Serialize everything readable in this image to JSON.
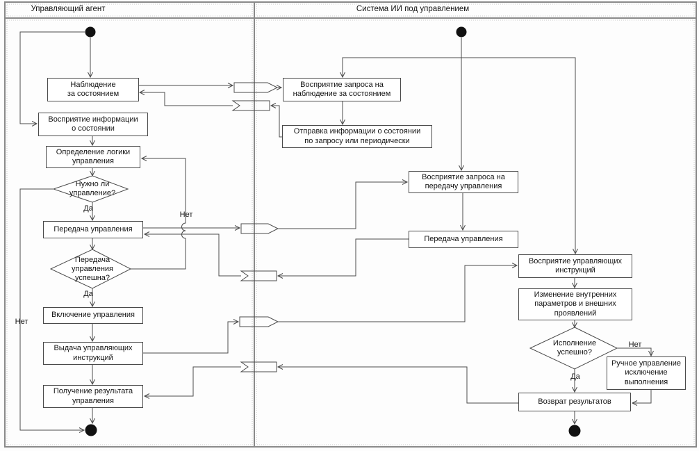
{
  "lanes": [
    {
      "title": "Управляющий агент"
    },
    {
      "title": "Система ИИ под управлением"
    }
  ],
  "nodes": {
    "observe_state": "Наблюдение\nза состоянием",
    "perceive_state_info": "Восприятие информации\nо состоянии",
    "define_control_logic": "Определение логики\nуправления",
    "need_control": "Нужно ли\nуправление?",
    "transfer_control_agent": "Передача управления",
    "transfer_success": "Передача\nуправления\nуспешна?",
    "enable_control": "Включение управления",
    "issue_instructions": "Выдача управляющих\nинструкций",
    "receive_result": "Получение результата\nуправления",
    "perceive_observe_request": "Восприятие запроса на\nнаблюдение за состоянием",
    "send_state_info": "Отправка информации о состоянии\nпо запросу или периодически",
    "perceive_transfer_request": "Восприятие запроса на\nпередачу управления",
    "transfer_control_system": "Передача управления",
    "perceive_instructions": "Восприятие управляющих\nинструкций",
    "change_parameters": "Изменение внутренних\nпараметров и внешних\nпроявлений",
    "execution_success": "Исполнение\nуспешно?",
    "manual_control": "Ручное управление\nисключение\nвыполнения",
    "return_results": "Возврат результатов"
  },
  "labels": {
    "yes": "Да",
    "no": "Нет"
  },
  "colors": {
    "line": "#4a4a4a",
    "frame": "#8a8a8a",
    "node_border": "#4a4a4a",
    "node_fill": "#ffffff",
    "text": "#141414",
    "terminal": "#111111"
  }
}
